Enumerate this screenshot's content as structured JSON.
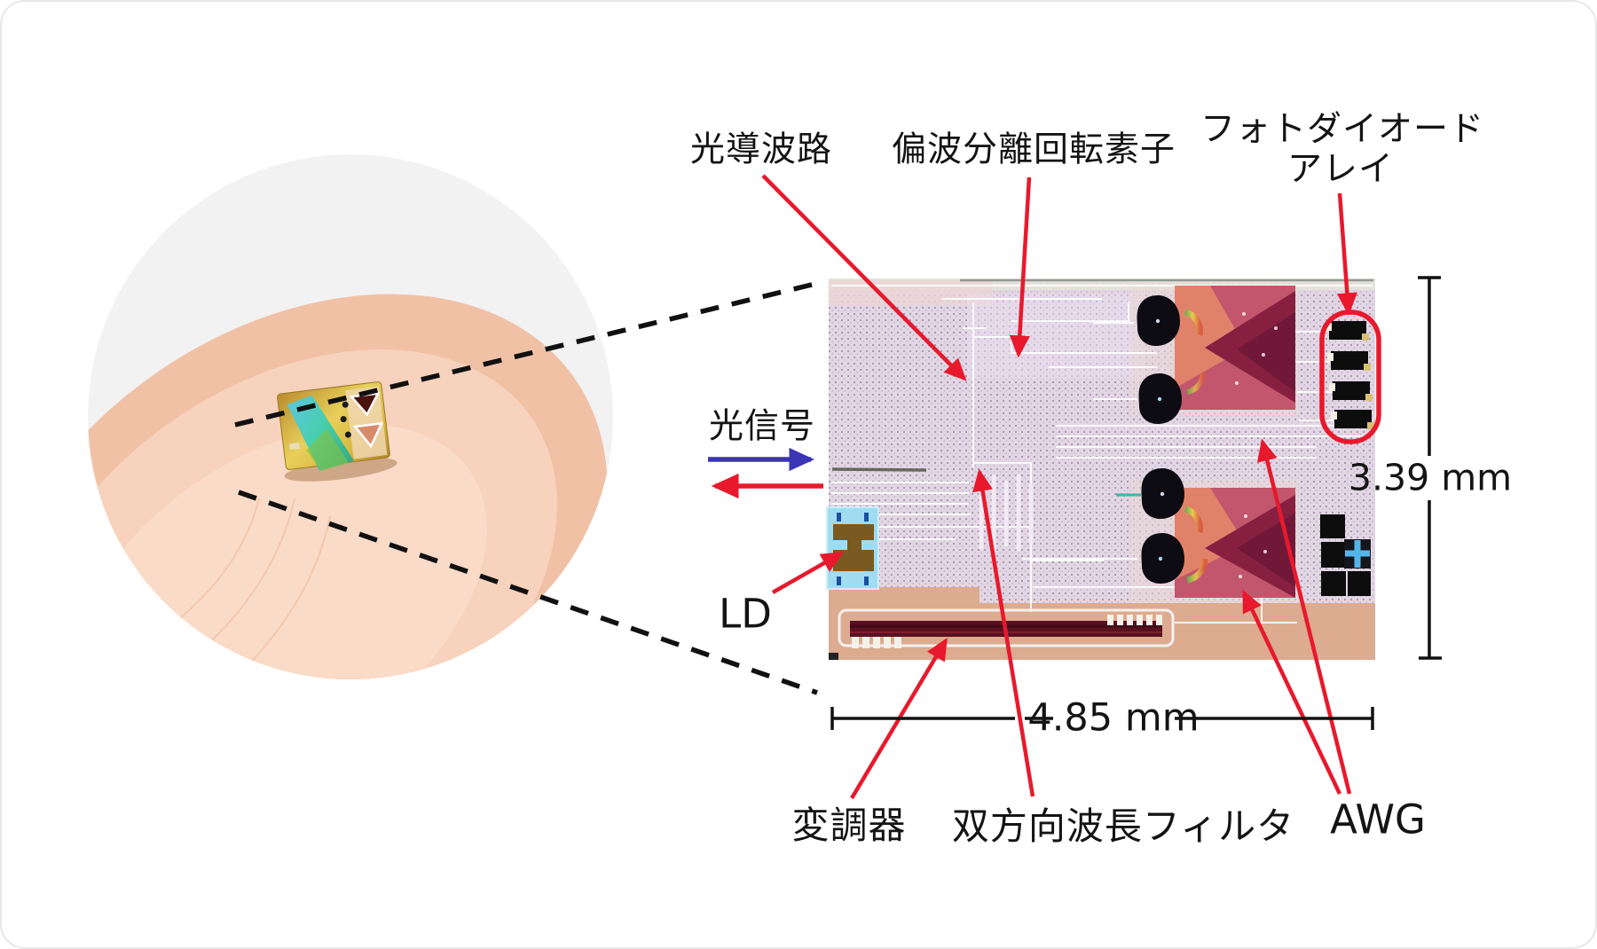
{
  "figure": {
    "type": "annotated-chip-micrograph",
    "labels": {
      "waveguide": "光導波路",
      "psr": "偏波分離回転素子",
      "pd_line1": "フォトダイオード",
      "pd_line2": "アレイ",
      "signal": "光信号",
      "ld": "LD",
      "modulator": "変調器",
      "filter": "双方向波長フィルタ",
      "awg": "AWG"
    },
    "dimensions": {
      "width": "4.85 mm",
      "height": "3.39 mm"
    },
    "annotations": [
      "optical-waveguide-arrow",
      "polarization-splitter-rotator-arrow",
      "photodiode-array-arrow",
      "ld-arrow",
      "modulator-arrow",
      "bidirectional-filter-arrow",
      "awg-arrow-top",
      "awg-arrow-bottom",
      "optical-signal-in-arrow",
      "optical-signal-out-arrow",
      "magnification-dashed-lines"
    ],
    "colors": {
      "annotation_red": "#e8192c",
      "signal_blue": "#3a35b5",
      "dimension_black": "#111111",
      "chip_lavender": "#e2d6e4",
      "chip_salmon": "#dcab90",
      "awg_maroon": "#872040",
      "ld_blue": "#9fdcf2",
      "finger_skin": "#f5c9b0",
      "backdrop_gray": "#f3f2f2"
    }
  }
}
